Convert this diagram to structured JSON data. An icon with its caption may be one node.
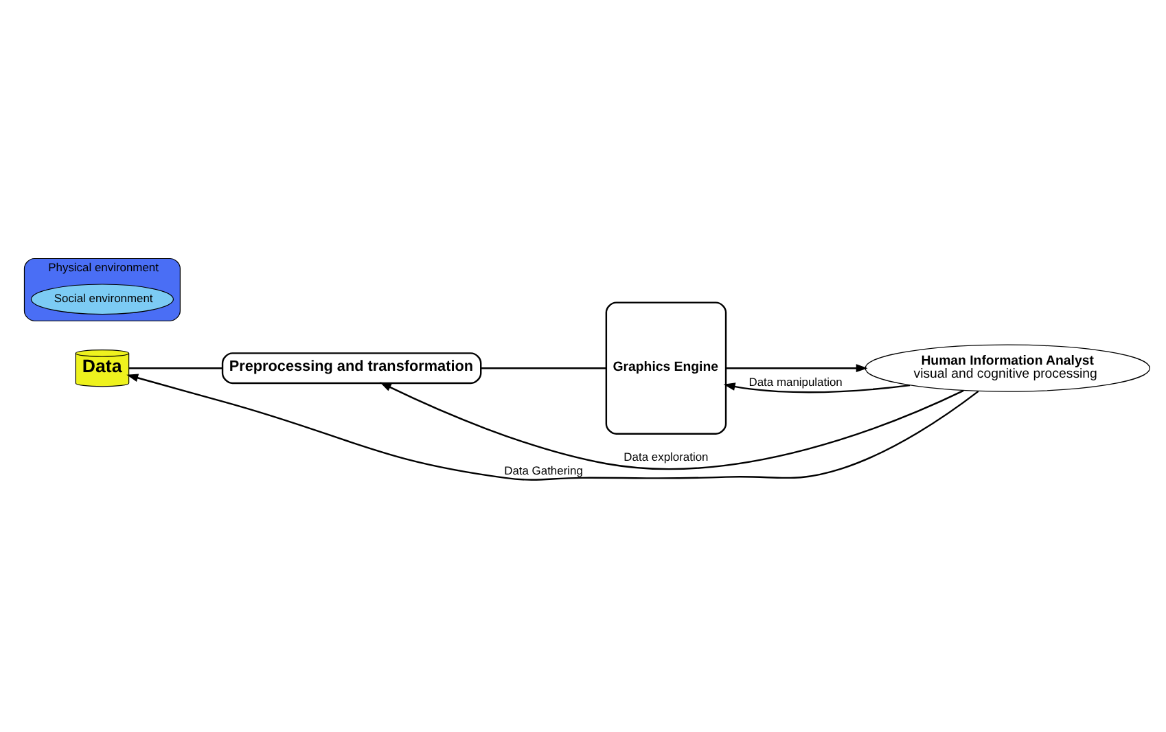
{
  "diagram": {
    "nodes": [
      {
        "text": [
          "Data"
        ]
      },
      {
        "text": [
          "Preprocessing and transformation"
        ]
      },
      {
        "text": [
          "Graphics Engine"
        ]
      },
      {
        "text": [
          "Human Information Analyst",
          "visual and cognitive processing"
        ]
      },
      {
        "text": [
          "Physical environment"
        ]
      },
      {
        "text": [
          "Social environment"
        ],
        "in": 4
      }
    ],
    "edges": [
      {
        "from": 0,
        "to": 1,
        "arrow": "none"
      },
      {
        "from": 1,
        "to": 2,
        "arrow": "none"
      },
      {
        "from": 2,
        "to": 3,
        "arrow": "to"
      },
      {
        "from": 3,
        "to": 1,
        "arrow": "to",
        "label": "Data exploration"
      },
      {
        "from": 3,
        "to": 2,
        "arrow": "to",
        "label": "Data manipulation"
      },
      {
        "from": 3,
        "to": 0,
        "arrow": "to",
        "label": "Data Gathering"
      }
    ]
  }
}
